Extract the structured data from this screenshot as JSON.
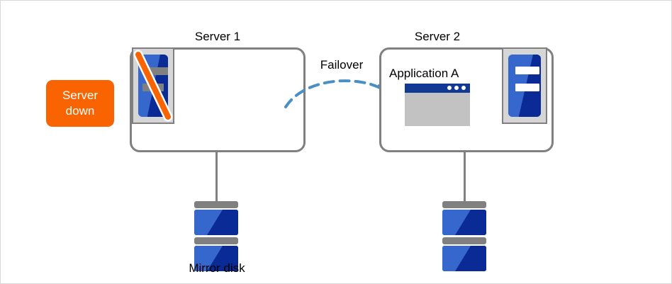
{
  "diagram": {
    "title_left": "Server 1",
    "title_right": "Server 2",
    "failover_label": "Failover",
    "application_label": "Application A",
    "mirror_disk_label": "Mirror disk",
    "status_badge": {
      "line1": "Server",
      "line2": "down"
    },
    "icons": {
      "server1": "server-offline-icon",
      "server2": "server-online-icon",
      "slash": "prohibited-slash-icon",
      "arrow": "failover-dashed-arrow-icon",
      "app": "application-window-icon",
      "disk": "disk-stack-icon"
    },
    "colors": {
      "badge_orange": "#FA6400",
      "slash_orange": "#FA6400",
      "arrow_blue": "#4A8FC4",
      "rack_blue_light": "#3667CC",
      "rack_blue_dark": "#0A2A96",
      "frame_gray": "#808080",
      "frame_fill": "#D6D6D6",
      "titlebar_navy": "#123A94",
      "window_body_gray": "#C2C2C2",
      "text_black": "#000000"
    }
  }
}
